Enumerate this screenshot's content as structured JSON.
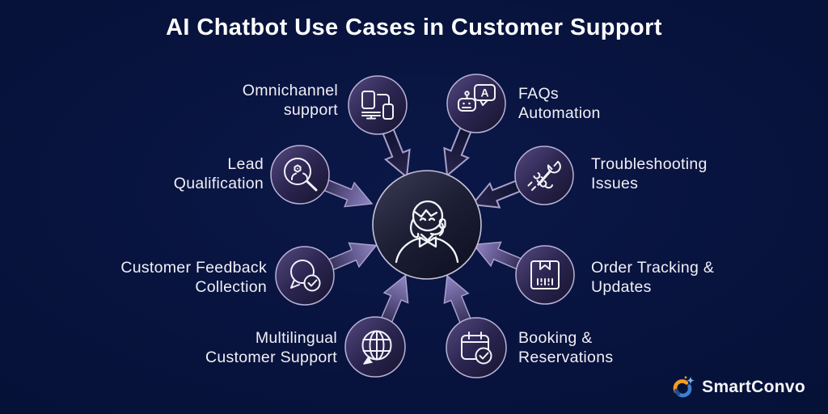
{
  "title": "AI Chatbot Use Cases in Customer Support",
  "center": {
    "icon": "support-agent-icon"
  },
  "use_cases": [
    {
      "id": "omnichannel-support",
      "label": "Omnichannel\nsupport",
      "icon": "devices-icon",
      "side": "top-left"
    },
    {
      "id": "faqs-automation",
      "label": "FAQs\nAutomation",
      "icon": "robot-chat-icon",
      "side": "top-right"
    },
    {
      "id": "lead-qualification",
      "label": "Lead\nQualification",
      "icon": "lead-search-icon",
      "side": "left"
    },
    {
      "id": "troubleshooting-issues",
      "label": "Troubleshooting\nIssues",
      "icon": "wrench-hand-icon",
      "side": "right"
    },
    {
      "id": "customer-feedback-collection",
      "label": "Customer Feedback\nCollection",
      "icon": "feedback-chat-check-icon",
      "side": "left"
    },
    {
      "id": "order-tracking-updates",
      "label": "Order Tracking &\nUpdates",
      "icon": "package-box-icon",
      "side": "right"
    },
    {
      "id": "multilingual-customer-support",
      "label": "Multilingual\nCustomer Support",
      "icon": "globe-language-icon",
      "side": "bottom-left"
    },
    {
      "id": "booking-reservations",
      "label": "Booking &\nReservations",
      "icon": "calendar-check-icon",
      "side": "bottom-right"
    }
  ],
  "brand": {
    "name": "SmartConvo",
    "icon": "smartconvo-logo-icon"
  },
  "colors": {
    "background": "#061138",
    "circle_border": "#b8b2d6",
    "accent_purple": "#9186c6",
    "text": "#f1f0f6",
    "logo_orange": "#f59e1c",
    "logo_blue": "#4a90d9"
  }
}
